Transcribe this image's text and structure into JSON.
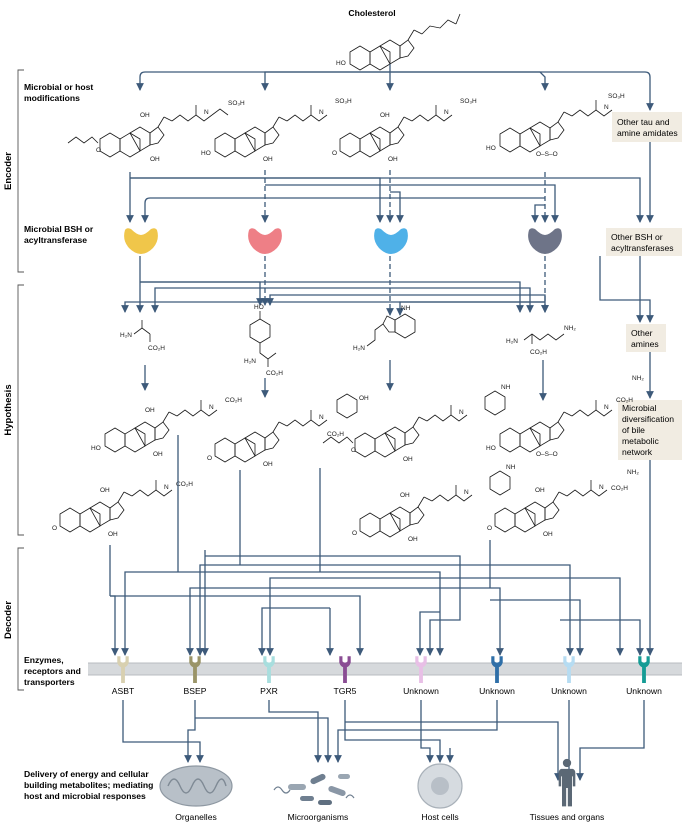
{
  "top": {
    "cholesterol": "Cholesterol"
  },
  "sections": {
    "encoder": "Encoder",
    "hypothesis": "Hypothesis",
    "decoder": "Decoder"
  },
  "row_labels": {
    "modifications_l1": "Microbial or host",
    "modifications_l2": "modifications",
    "bsh_l1": "Microbial BSH or",
    "bsh_l2": "acyltransferase",
    "enzymes_l1": "Enzymes,",
    "enzymes_l2": "receptors and",
    "enzymes_l3": "transporters",
    "delivery_l1": "Delivery of energy and cellular",
    "delivery_l2": "building metabolites; mediating",
    "delivery_l3": "host and microbial responses"
  },
  "side_boxes": {
    "tau_l1": "Other tau and",
    "tau_l2": "amine amidates",
    "bsh_l1": "Other BSH or",
    "bsh_l2": "acyltransferases",
    "amines_l1": "Other",
    "amines_l2": "amines",
    "div_l1": "Microbial",
    "div_l2": "diversification",
    "div_l3": "of bile",
    "div_l4": "metabolic",
    "div_l5": "network"
  },
  "receptors": [
    {
      "label": "ASBT",
      "color": "#d8d0b0"
    },
    {
      "label": "BSEP",
      "color": "#9a9468"
    },
    {
      "label": "PXR",
      "color": "#a8dede"
    },
    {
      "label": "TGR5",
      "color": "#8a4d94"
    },
    {
      "label": "Unknown",
      "color": "#e8bfe6"
    },
    {
      "label": "Unknown",
      "color": "#2f6fa8"
    },
    {
      "label": "Unknown",
      "color": "#b6dcf2"
    },
    {
      "label": "Unknown",
      "color": "#159c95"
    }
  ],
  "outcomes": {
    "organelles": "Organelles",
    "microorganisms": "Microorganisms",
    "host_cells": "Host cells",
    "tissues": "Tissues and organs"
  },
  "enzymes": [
    {
      "name": "yellow-enzyme",
      "color": "#f0c64a"
    },
    {
      "name": "red-enzyme",
      "color": "#ee7f86"
    },
    {
      "name": "blue-enzyme",
      "color": "#4fb1e8"
    },
    {
      "name": "grey-enzyme",
      "color": "#6e7488"
    }
  ],
  "colors": {
    "flow": "#3d5a7a",
    "box": "#f1ece2",
    "membrane": "#d6d9dc"
  },
  "chem": {
    "OH": "OH",
    "HO": "HO",
    "H": "H",
    "O": "O",
    "N": "N",
    "NH": "NH",
    "SO3H": "SO₃H",
    "CO2H": "CO₂H",
    "NH2": "NH₂",
    "H2N": "H₂N",
    "S": "S",
    "OSO": "O–S–O"
  }
}
